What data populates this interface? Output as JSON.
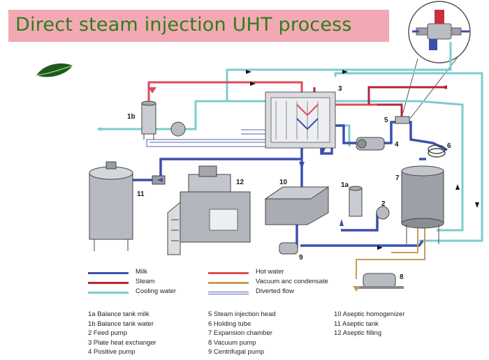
{
  "title": "Direct steam injection UHT process",
  "labels": {
    "n1b": "1b",
    "n3": "3",
    "n5": "5",
    "n4": "4",
    "n6": "6",
    "n7": "7",
    "n10": "10",
    "n1a": "1a",
    "n2": "2",
    "n11": "11",
    "n12": "12",
    "n9": "9",
    "n8": "8"
  },
  "legend": [
    {
      "label": "Milk",
      "color": "#3a4fb0"
    },
    {
      "label": "Steam",
      "color": "#b3263a"
    },
    {
      "label": "Cooling water",
      "color": "#7ccbd0"
    },
    {
      "label": "Hot water",
      "color": "#e04a5a"
    },
    {
      "label": "Vacuum anc condensate",
      "color": "#c89a5a"
    },
    {
      "label": "Diverted flow",
      "color": "#5566aa"
    }
  ],
  "components": [
    [
      "1a Balance tank milk",
      "1b Balance tank water",
      "2 Feed pump",
      "3 Plate heat exchanger",
      "4 Positive pump"
    ],
    [
      "5 Steam injection head",
      "6 Holding tube",
      "7 Expansion chamber",
      "8 Vacuum pump",
      "9 Centrifugal pump"
    ],
    [
      "10 Aseptic homogenizer",
      "11 Aseptic tank",
      "12 Aseptic filling"
    ]
  ]
}
